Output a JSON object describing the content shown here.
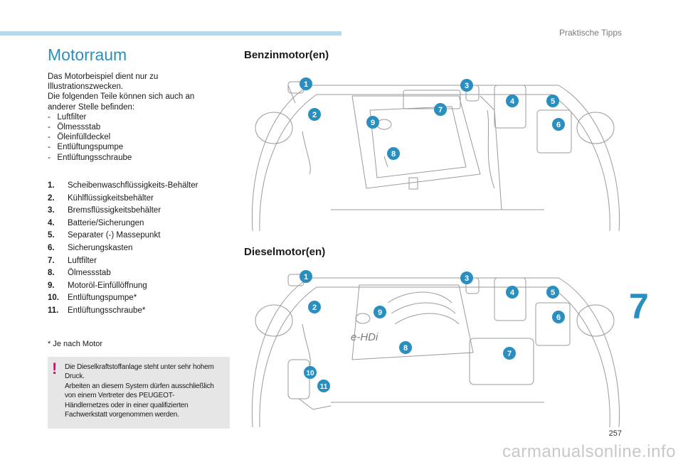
{
  "header": {
    "section_label": "Praktische Tipps",
    "bar_color": "#b3d9ea"
  },
  "title": "Motorraum",
  "intro_lines": [
    "Das Motorbeispiel dient nur zu",
    "Illustrationszwecken.",
    "Die folgenden Teile können sich auch an",
    "anderer Stelle befinden:",
    "-   Luftfilter",
    "-   Ölmessstab",
    "-   Öleinfülldeckel",
    "-   Entlüftungspumpe",
    "-   Entlüftungsschraube"
  ],
  "parts": [
    {
      "num": "1.",
      "label": "Scheibenwaschflüssigkeits-Behälter"
    },
    {
      "num": "2.",
      "label": "Kühlflüssigkeitsbehälter"
    },
    {
      "num": "3.",
      "label": "Bremsflüssigkeitsbehälter"
    },
    {
      "num": "4.",
      "label": "Batterie/Sicherungen"
    },
    {
      "num": "5.",
      "label": "Separater (-) Massepunkt"
    },
    {
      "num": "6.",
      "label": "Sicherungskasten"
    },
    {
      "num": "7.",
      "label": "Luftfilter"
    },
    {
      "num": "8.",
      "label": "Ölmessstab"
    },
    {
      "num": "9.",
      "label": "Motoröl-Einfüllöffnung"
    },
    {
      "num": "10.",
      "label": "Entlüftungspumpe*"
    },
    {
      "num": "11.",
      "label": "Entlüftungsschraube*"
    }
  ],
  "footnote": "*   Je nach Motor",
  "warning": {
    "mark": "!",
    "lines": [
      "Die Dieselkraftstoffanlage steht unter sehr hohem",
      "Druck.",
      "Arbeiten an diesem System dürfen ausschließlich",
      "von einem Vertreter des PEUGEOT-",
      "Händlernetzes oder in einer qualifizierten",
      "Fachwerkstatt vorgenommen werden."
    ],
    "mark_color": "#e5007d"
  },
  "petrol": {
    "heading": "Benzinmotor(en)",
    "callouts": [
      "1",
      "2",
      "3",
      "4",
      "5",
      "6",
      "7",
      "8",
      "9"
    ]
  },
  "diesel": {
    "heading": "Dieselmotor(en)",
    "engine_badge": "e-HDi",
    "callouts": [
      "1",
      "2",
      "3",
      "4",
      "5",
      "6",
      "7",
      "8",
      "9",
      "10",
      "11"
    ]
  },
  "chapter_number": "7",
  "page_number": "257",
  "watermark": "carmanualsonline.info",
  "accent_color": "#2a8fbf",
  "callout_color": "#2a8fbf"
}
